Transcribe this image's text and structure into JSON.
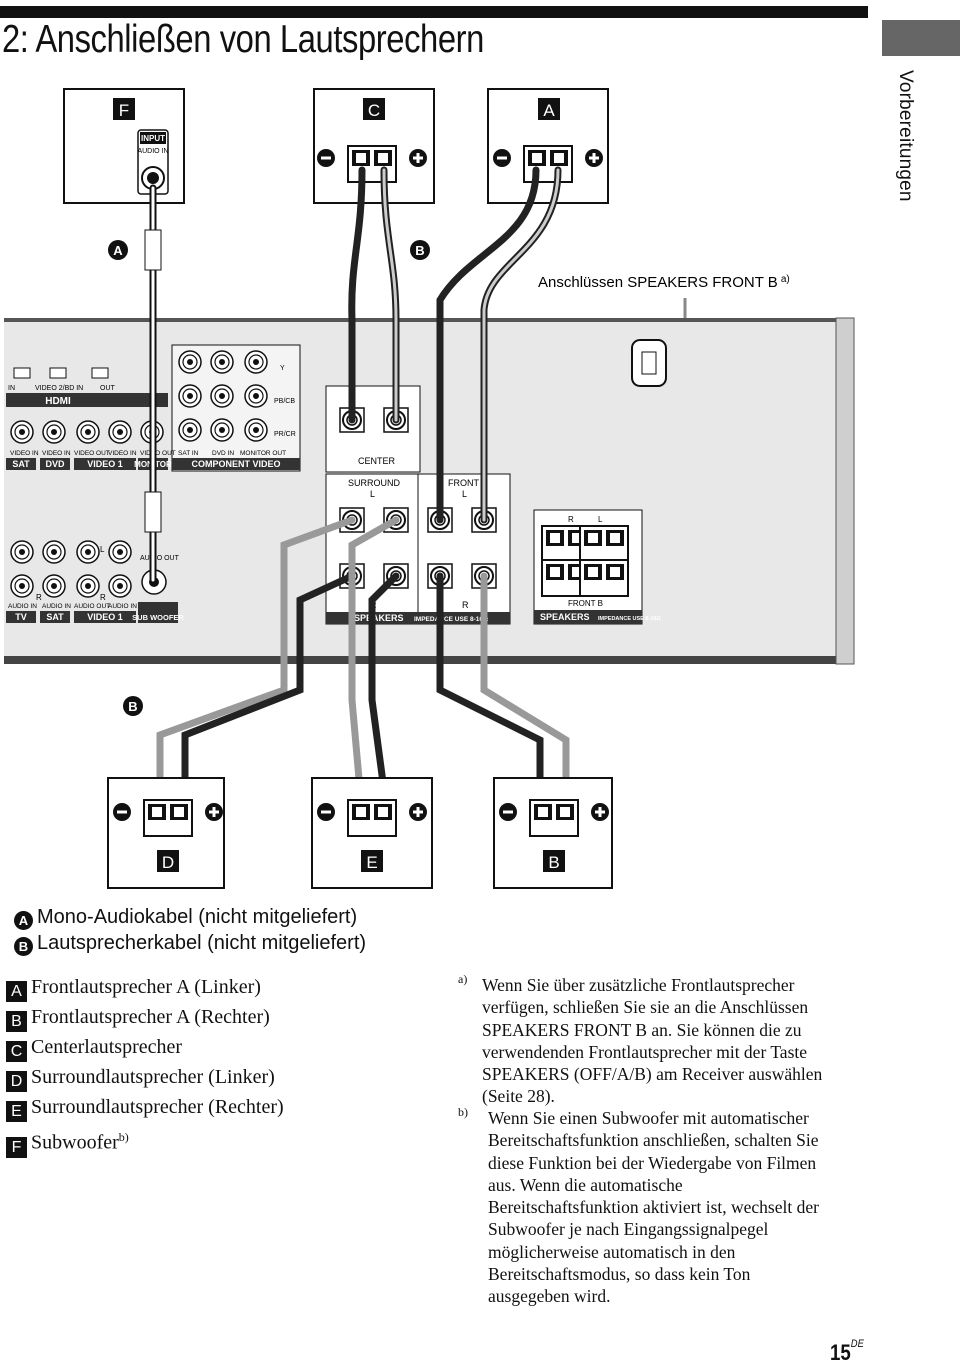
{
  "page": {
    "title": "2: Anschließen von Lautsprechern",
    "side_tab": "Vorbereitungen",
    "page_number": "15",
    "page_suffix": "DE"
  },
  "diagram": {
    "speaker_letters": {
      "top_left": "F",
      "top_mid": "C",
      "top_right": "A",
      "bot_left": "D",
      "bot_mid": "E",
      "bot_right": "B"
    },
    "cable_markers": {
      "mono": "A",
      "speaker_top": "B",
      "speaker_bottom": "B"
    },
    "sub_input_label": "INPUT",
    "sub_input_sub": "AUDIO IN",
    "front_b_callout": "Anschlüssen SPEAKERS FRONT B",
    "front_b_callout_sup": "a)",
    "panel": {
      "hdmi_top": [
        "IN",
        "VIDEO 2/BD IN",
        "OUT"
      ],
      "hdmi_label": "HDMI",
      "y_label": "Y",
      "pb_label": "PB/CB",
      "pr_label": "PR/CR",
      "video_row_small": [
        "VIDEO IN",
        "VIDEO IN",
        "VIDEO OUT",
        "VIDEO IN",
        "VIDEO OUT",
        "SAT IN",
        "DVD IN",
        "MONITOR OUT"
      ],
      "video_row_names": [
        "SAT",
        "DVD",
        "VIDEO 1",
        "MONITOR",
        "COMPONENT VIDEO"
      ],
      "center": "CENTER",
      "surround": "SURROUND",
      "front_a": "FRONT A",
      "L": "L",
      "R": "R",
      "plus": "+",
      "minus": "–",
      "audio_small": [
        "AUDIO IN",
        "AUDIO IN",
        "AUDIO OUT",
        "AUDIO IN"
      ],
      "audio_names": [
        "TV",
        "SAT",
        "VIDEO 1"
      ],
      "audio_out": "AUDIO OUT",
      "sub_woofer": "SUB WOOFER",
      "speakers": "SPEAKERS",
      "impedance": "IMPEDANCE USE 8-16Ω",
      "front_b": "FRONT B",
      "impedance_b": "IMPEDANCE USE 8-16Ω"
    }
  },
  "cables": [
    {
      "letter": "A",
      "text": "Mono-Audiokabel (nicht mitgeliefert)"
    },
    {
      "letter": "B",
      "text": "Lautsprecherkabel (nicht mitgeliefert)"
    }
  ],
  "speakers": [
    {
      "letter": "A",
      "text": "Frontlautsprecher A (Linker)"
    },
    {
      "letter": "B",
      "text": "Frontlautsprecher A (Rechter)"
    },
    {
      "letter": "C",
      "text": "Centerlautsprecher"
    },
    {
      "letter": "D",
      "text": "Surroundlautsprecher (Linker)"
    },
    {
      "letter": "E",
      "text": "Surroundlautsprecher (Rechter)"
    },
    {
      "letter": "F",
      "text": "Subwoofer",
      "sup": "b)"
    }
  ],
  "notes": [
    {
      "mark": "a)",
      "lines": [
        "Wenn Sie über zusätzliche Frontlautsprecher",
        "verfügen, schließen Sie sie an die Anschlüssen",
        "SPEAKERS FRONT B an. Sie können die zu",
        "verwendenden Frontlautsprecher mit der Taste",
        "SPEAKERS (OFF/A/B) am Receiver auswählen",
        "(Seite 28)."
      ]
    },
    {
      "mark": "b)",
      "lines": [
        "Wenn Sie einen Subwoofer mit automatischer",
        "Bereitschaftsfunktion anschließen, schalten Sie",
        "diese Funktion bei der Wiedergabe von Filmen",
        "aus. Wenn die automatische",
        "Bereitschaftsfunktion aktiviert ist, wechselt der",
        "Subwoofer je nach Eingangssignalpegel",
        "möglicherweise automatisch in den",
        "Bereitschaftsmodus, so dass kein Ton",
        "ausgegeben wird."
      ]
    }
  ]
}
